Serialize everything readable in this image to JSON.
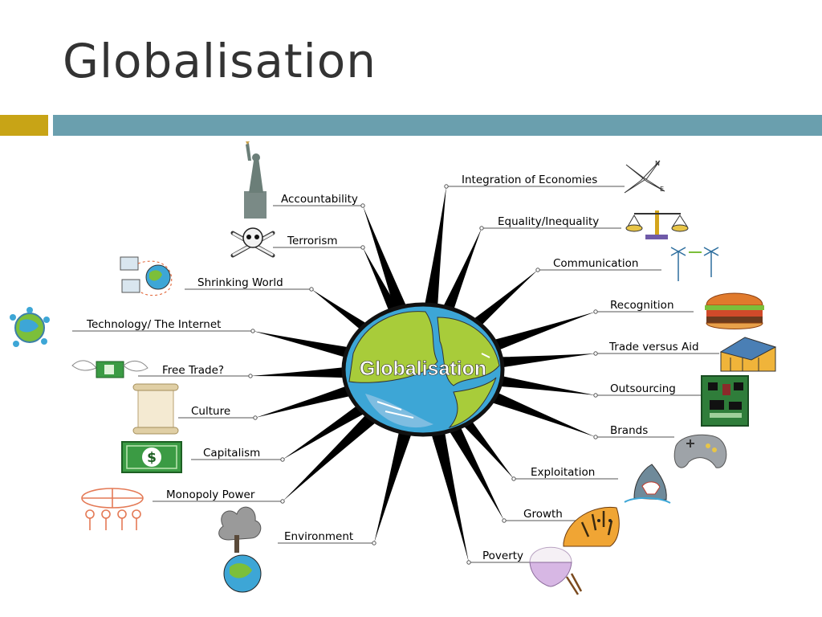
{
  "slide": {
    "title": "Globalisation",
    "accent_colors": {
      "gold": "#c8a416",
      "teal": "#6a9fae"
    }
  },
  "mindmap": {
    "center_label": "Globalisation",
    "center_icon": "globe-icon",
    "left_branches": [
      {
        "label": "Accountability",
        "icon": "statue-of-liberty-icon"
      },
      {
        "label": "Terrorism",
        "icon": "skull-crossbones-icon"
      },
      {
        "label": "Shrinking World",
        "icon": "networked-computers-globe-icon"
      },
      {
        "label": "Technology/ The Internet",
        "icon": "world-network-icon"
      },
      {
        "label": "Free Trade?",
        "icon": "flying-money-icon"
      },
      {
        "label": "Culture",
        "icon": "scroll-icon"
      },
      {
        "label": "Capitalism",
        "icon": "dollar-bill-icon"
      },
      {
        "label": "Monopoly Power",
        "icon": "people-holding-globe-icon"
      },
      {
        "label": "Environment",
        "icon": "polluted-earth-icon"
      }
    ],
    "right_branches": [
      {
        "label": "Integration of Economies",
        "icon": "compass-rose-icon"
      },
      {
        "label": "Equality/Inequality",
        "icon": "scales-icon"
      },
      {
        "label": "Communication",
        "icon": "radio-towers-icon"
      },
      {
        "label": "Recognition",
        "icon": "hamburger-icon"
      },
      {
        "label": "Trade versus Aid",
        "icon": "warehouse-icon"
      },
      {
        "label": "Outsourcing",
        "icon": "circuit-board-icon"
      },
      {
        "label": "Brands",
        "icon": "game-controller-icon"
      },
      {
        "label": "Exploitation",
        "icon": "shark-icon"
      },
      {
        "label": "Growth",
        "icon": "tiger-icon"
      },
      {
        "label": "Poverty",
        "icon": "rice-bowl-icon"
      }
    ],
    "colors": {
      "connector": "#000000",
      "globe_land": "#a8cc3a",
      "globe_sea": "#3da6d6"
    }
  }
}
